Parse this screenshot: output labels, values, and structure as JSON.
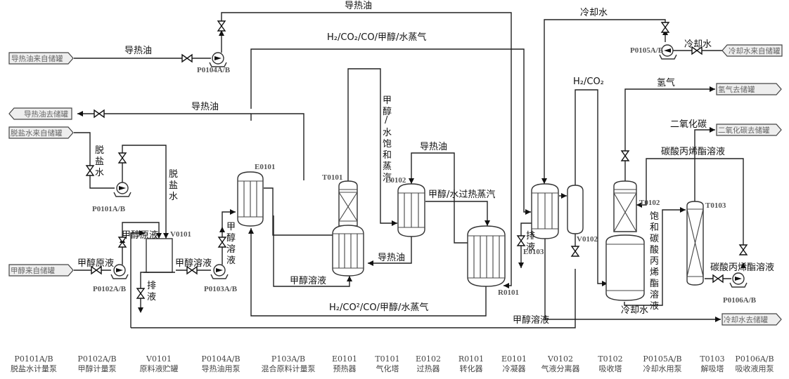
{
  "diagram": {
    "terminals": {
      "oil_in": "导热油来自储罐",
      "oil_out": "导热油去储罐",
      "water_in": "脱盐水来自储罐",
      "methanol_in": "甲醇来自储罐",
      "cw_in": "冷却水来自储罐",
      "h2_out": "氢气去储罐",
      "co2_out": "二氧化碳去储罐",
      "cw_out": "冷却水去储罐"
    },
    "equipment_tags": {
      "p0104": "P0104A/B",
      "p0101": "P0101A/B",
      "p0102": "P0102A/B",
      "p0103": "P0103A/B",
      "p0105": "P0105A/B",
      "p0106": "P0106A/B",
      "v0101": "V0101",
      "e0101": "E0101",
      "t0101": "T0101",
      "e0102": "E0102",
      "r0101": "R0101",
      "e0103": "E0103",
      "v0102": "V0102",
      "t0102": "T0102",
      "t0103": "T0103"
    },
    "stream_labels": {
      "oil_top": "导热油",
      "oil_feed": "导热油",
      "oil_return": "导热油",
      "oil_e0102": "导热油",
      "oil_t0101": "导热油",
      "syngas_top": "H₂/CO₂/CO/甲醇/水蒸气",
      "syngas_bottom": "H₂/CO²/CO/甲醇/水蒸气",
      "water_v1": "脱盐水",
      "water_v2": "脱盐水",
      "methanol_raw_1": "甲醇原液",
      "methanol_raw_2": "甲醇原液",
      "methanol_sol_1": "甲醇溶液",
      "methanol_sol_2": "甲醇溶液",
      "methanol_sol_3": "甲醇溶液",
      "methanol_sol_bottom": "甲醇溶液",
      "drain_1": "排液",
      "drain_2": "排液",
      "sat_vapor": "甲醇/水饱和蒸汽",
      "superheated": "甲醇/水过热蒸汽",
      "cw_top": "冷却水",
      "cw_pump": "冷却水",
      "cw_bottom": "冷却水",
      "h2co2": "H₂/CO₂",
      "hydrogen": "氢气",
      "co2": "二氧化碳",
      "pc_top": "碳酸丙烯酯溶液",
      "pc_pump": "碳酸丙烯酯溶液",
      "pc_saturated": "饱和碳酸丙烯酯溶液"
    },
    "legend": [
      {
        "tag": "P0101A/B",
        "desc": "脱盐水计量泵"
      },
      {
        "tag": "P0102A/B",
        "desc": "甲醇计量泵"
      },
      {
        "tag": "V0101",
        "desc": "原料液贮罐"
      },
      {
        "tag": "P0104A/B",
        "desc": "导热油用泵"
      },
      {
        "tag": "P103A/B",
        "desc": "混合原料计量泵"
      },
      {
        "tag": "E0101",
        "desc": "预热器"
      },
      {
        "tag": "T0101",
        "desc": "气化塔"
      },
      {
        "tag": "E0102",
        "desc": "过热器"
      },
      {
        "tag": "R0101",
        "desc": "转化器"
      },
      {
        "tag": "E0101",
        "desc": "冷凝器"
      },
      {
        "tag": "V0102",
        "desc": "气液分离器"
      },
      {
        "tag": "T0102",
        "desc": "吸收塔"
      },
      {
        "tag": "P0105A/B",
        "desc": "冷却水用泵"
      },
      {
        "tag": "T0103",
        "desc": "解吸塔"
      },
      {
        "tag": "P0106A/B",
        "desc": "吸收液用泵"
      }
    ]
  }
}
